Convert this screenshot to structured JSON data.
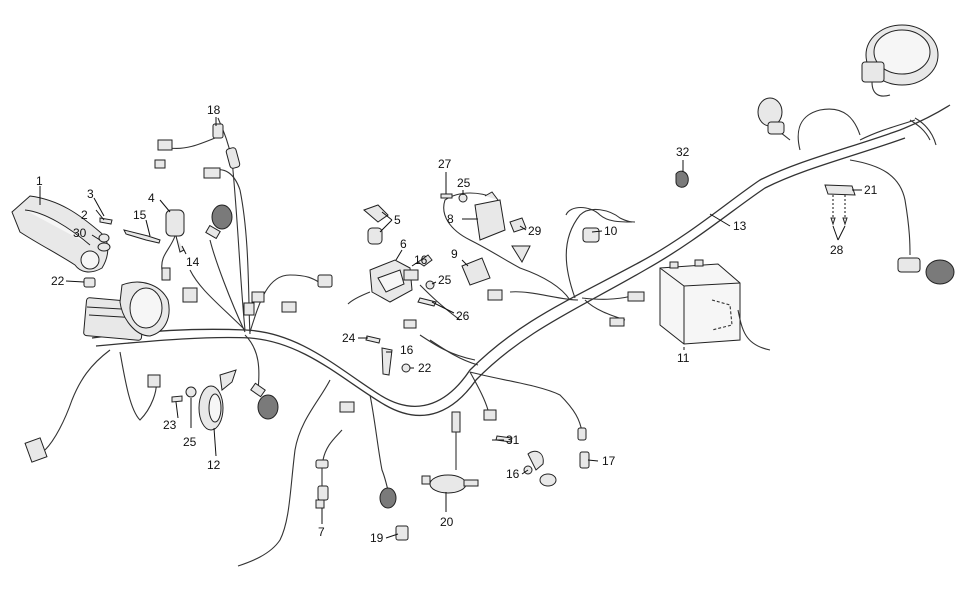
{
  "callouts": {
    "c1": "1",
    "c2": "2",
    "c3": "3",
    "c4": "4",
    "c5": "5",
    "c6": "6",
    "c7": "7",
    "c8": "8",
    "c9": "9",
    "c10": "10",
    "c11": "11",
    "c12": "12",
    "c13": "13",
    "c14": "14",
    "c15": "15",
    "c16a": "16",
    "c16b": "16",
    "c16c": "16",
    "c17": "17",
    "c18": "18",
    "c19": "19",
    "c20": "20",
    "c21": "21",
    "c22a": "22",
    "c22b": "22",
    "c23": "23",
    "c24": "24",
    "c25a": "25",
    "c25b": "25",
    "c25c": "25",
    "c26": "26",
    "c27": "27",
    "c28": "28",
    "c29": "29",
    "c30": "30",
    "c31": "31",
    "c32": "32"
  },
  "colors": {
    "line": "#333333",
    "fill": "#e8e8e8",
    "background": "#ffffff"
  }
}
